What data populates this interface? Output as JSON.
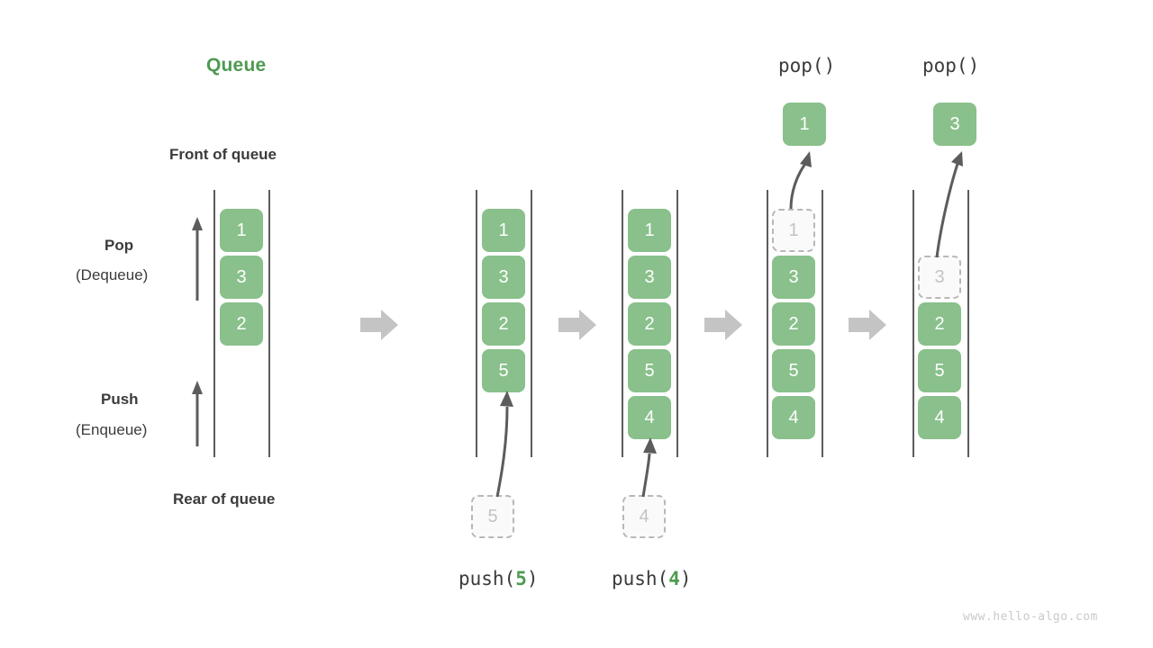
{
  "page": {
    "title": "Queue",
    "watermark": "www.hello-algo.com",
    "accent_green": "#4E9A51",
    "box_green": "#89C08B",
    "ghost_gray": "#B8B8B8",
    "arrow_gray": "#5C5C5C",
    "block_arrow_gray": "#C4C4C4",
    "text_dark": "#3B3B3B"
  },
  "annotations": {
    "front_of_queue": "Front of queue",
    "rear_of_queue": "Rear of queue",
    "pop_label": "Pop",
    "pop_sub": "(Dequeue)",
    "push_label": "Push",
    "push_sub": "(Enqueue)"
  },
  "operations": {
    "push5_prefix": "push(",
    "push5_value": "5",
    "push5_suffix": ")",
    "push4_prefix": "push(",
    "push4_value": "4",
    "push4_suffix": ")",
    "pop1_label": "pop()",
    "pop2_label": "pop()"
  },
  "stages": [
    {
      "name": "initial-queue",
      "items": [
        "1",
        "3",
        "2"
      ],
      "ghost": null,
      "popped": null
    },
    {
      "name": "after-push-5",
      "items": [
        "1",
        "3",
        "2",
        "5"
      ],
      "ghost": "5",
      "popped": null
    },
    {
      "name": "after-push-4",
      "items": [
        "1",
        "3",
        "2",
        "5",
        "4"
      ],
      "ghost": "4",
      "popped": null
    },
    {
      "name": "after-pop-1",
      "items": [
        "3",
        "2",
        "5",
        "4"
      ],
      "ghost": "1",
      "popped": "1"
    },
    {
      "name": "after-pop-3",
      "items": [
        "2",
        "5",
        "4"
      ],
      "ghost": "3",
      "popped": "3"
    }
  ]
}
